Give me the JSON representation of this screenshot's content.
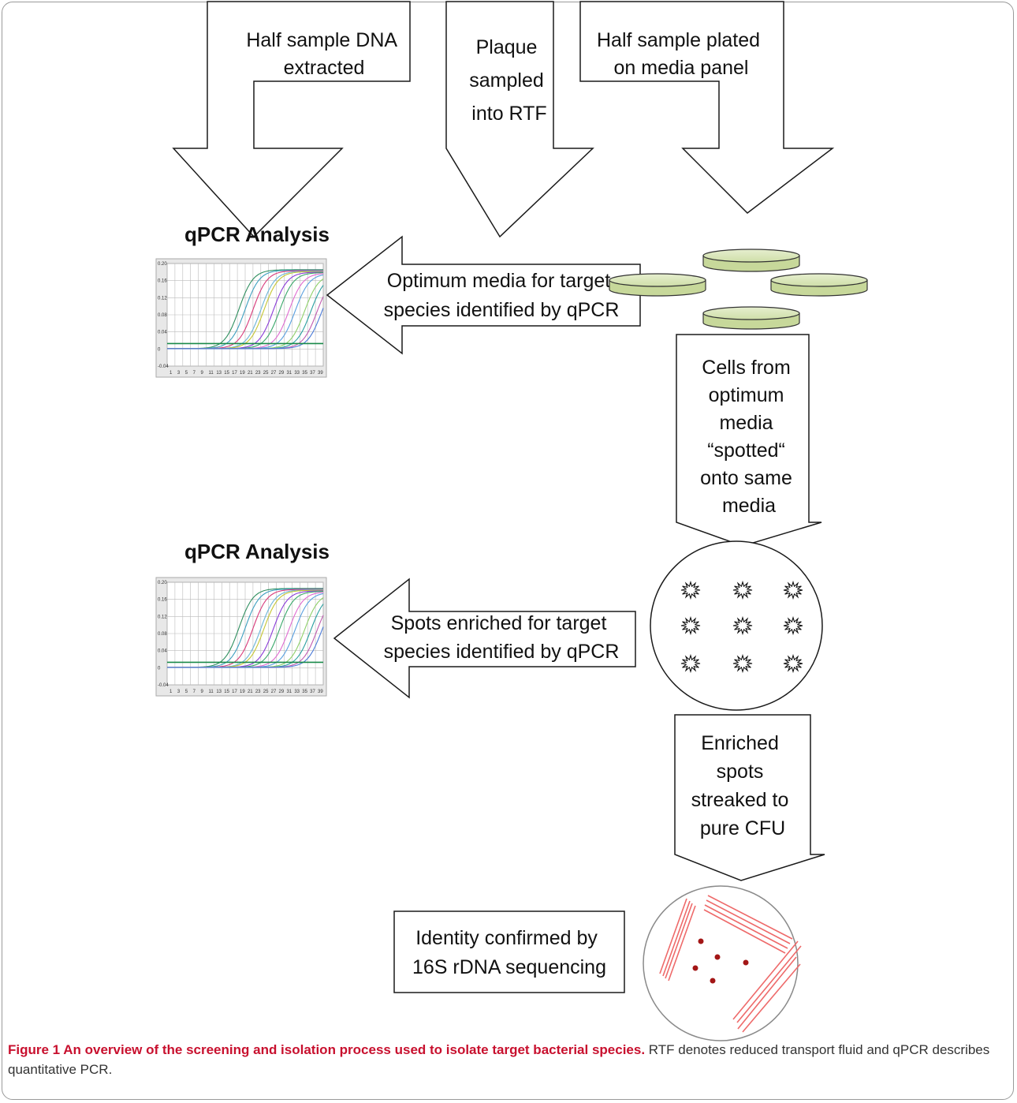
{
  "diagram": {
    "arrow_left_top": [
      "Half sample DNA",
      "extracted"
    ],
    "arrow_center_top": [
      "Plaque",
      "sampled",
      "into RTF"
    ],
    "arrow_right_top": [
      "Half sample plated",
      "on media panel"
    ],
    "qpcr_heading_1": "qPCR Analysis",
    "qpcr_heading_2": "qPCR Analysis",
    "arrow_left_1": [
      "Optimum media for target",
      "species identified by qPCR"
    ],
    "arrow_down_1": [
      "Cells from",
      "optimum",
      "media",
      "“spotted“",
      "onto same",
      "media"
    ],
    "arrow_left_2": [
      "Spots  enriched for target",
      "species identified by qPCR"
    ],
    "arrow_down_2": [
      "Enriched",
      "spots",
      "streaked to",
      "pure  CFU"
    ],
    "identity_box": [
      "Identity confirmed by",
      "16S rDNA sequencing"
    ],
    "qpcr_chart": {
      "y_ticks": [
        "0.20",
        "0.16",
        "0.12",
        "0.08",
        "0.04",
        "0",
        "-0.04"
      ],
      "x_ticks": [
        "1",
        "3",
        "5",
        "7",
        "9",
        "11",
        "13",
        "15",
        "17",
        "19",
        "21",
        "23",
        "25",
        "27",
        "29",
        "31",
        "33",
        "35",
        "37",
        "39"
      ]
    }
  },
  "caption": {
    "title": "Figure 1 An overview of the screening and isolation process used to isolate target bacterial species.",
    "text": " RTF denotes reduced transport fluid and qPCR describes quantitative PCR."
  },
  "colors": {
    "plate_fill": "#d6e3b4",
    "streak": "#ee6a6a",
    "colony": "#a31616",
    "caption_title": "#c8102e"
  }
}
